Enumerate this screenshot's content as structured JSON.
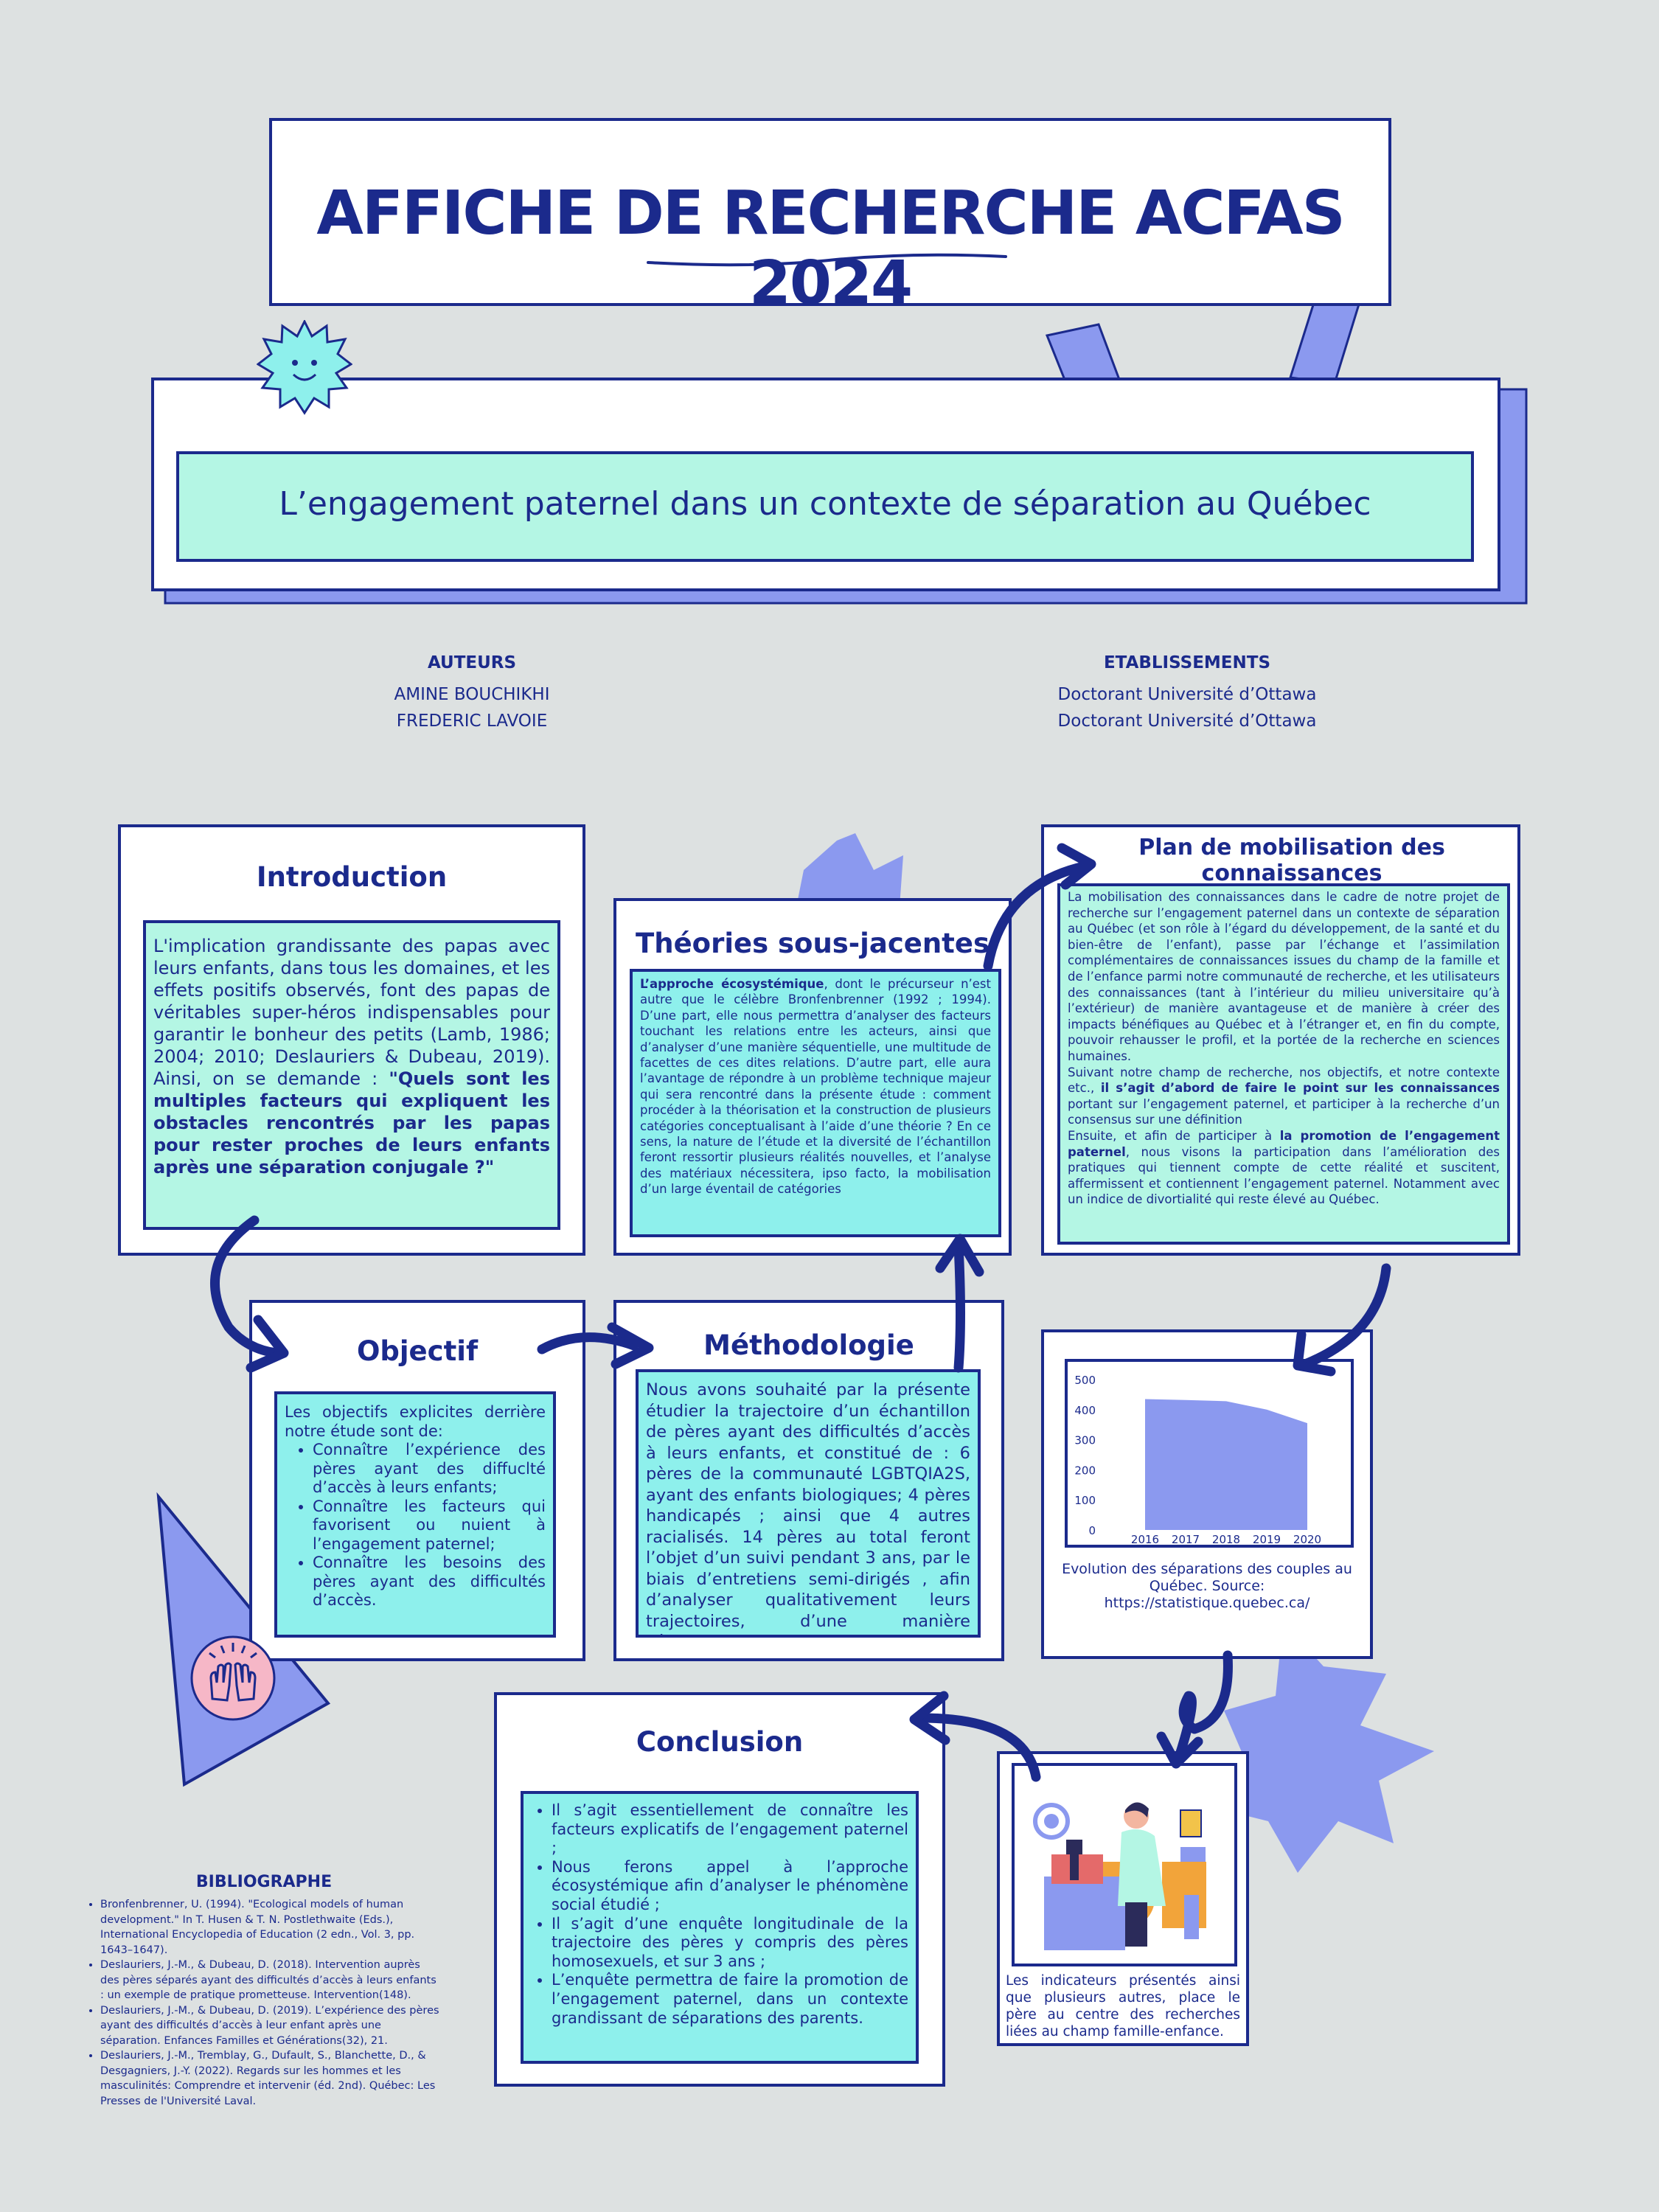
{
  "title": "AFFICHE DE RECHERCHE ACFAS 2024",
  "subtitle": "L’engagement paternel dans un contexte de séparation au Québec",
  "authors": {
    "label": "AUTEURS",
    "names": [
      "AMINE BOUCHIKHI",
      "FREDERIC LAVOIE"
    ]
  },
  "establishments": {
    "label": "ETABLISSEMENTS",
    "names": [
      "Doctorant Université d’Ottawa",
      "Doctorant Université d’Ottawa"
    ]
  },
  "introduction": {
    "heading": "Introduction",
    "text": "L'implication grandissante des papas avec leurs enfants, dans tous les domaines, et les effets positifs observés, font des papas de véritables super-héros indispensables pour garantir le bonheur des petits (Lamb, 1986; 2004; 2010; Deslauriers & Dubeau, 2019). Ainsi, on se demande : ",
    "question": "\"Quels sont les multiples facteurs qui expliquent les obstacles rencontrés par les papas pour rester proches de leurs enfants après une séparation conjugale ?\""
  },
  "theories": {
    "heading": "Théories sous-jacentes",
    "lead": "L’approche écosystémique",
    "text": ", dont le précurseur n’est autre que le célèbre Bronfenbrenner (1992 ; 1994). D’une part, elle nous permettra d’analyser des facteurs touchant les relations entre les acteurs, ainsi que d’analyser d’une manière séquentielle, une multitude de facettes de ces dites relations. D’autre part, elle aura l’avantage de répondre à un problème technique majeur qui sera rencontré dans la présente étude : comment procéder à la théorisation et la construction de plusieurs catégories conceptualisant à l’aide d’une théorie ? En ce sens, la nature de l’étude et la diversité de l’échantillon feront ressortir plusieurs réalités nouvelles, et l’analyse des matériaux nécessitera, ipso facto, la mobilisation d’un large éventail de catégories"
  },
  "plan": {
    "heading": "Plan de mobilisation des connaissances",
    "p1": "La mobilisation des connaissances dans le cadre de notre projet de recherche sur l’engagement paternel dans un contexte de séparation au Québec (et son rôle à l’égard du développement, de la santé et du bien-être de l’enfant), passe par l’échange et l’assimilation complémentaires de connaissances issues du champ de la famille et de l’enfance parmi notre communauté de recherche, et les utilisateurs des connaissances (tant à l’intérieur du milieu universitaire qu’à l’extérieur) de manière avantageuse et de manière à créer des impacts bénéfiques au Québec et à l’étranger et, en fin du compte, pouvoir rehausser le profil, et la portée de la recherche en sciences humaines.",
    "p2a": "Suivant notre champ de recherche, nos objectifs, et notre contexte etc., ",
    "p2b": "il s’agit d’abord de faire le point sur les connaissances",
    "p2c": " portant sur l’engagement paternel, et participer à la recherche d’un consensus sur une définition",
    "p3a": "Ensuite, et afin de participer à ",
    "p3b": "la promotion de l’engagement paternel",
    "p3c": ", nous visons la participation dans l’amélioration des pratiques qui tiennent compte de cette réalité et suscitent, affermissent et contiennent l’engagement paternel. Notamment avec un indice de divortialité qui reste élevé au Québec."
  },
  "objectif": {
    "heading": "Objectif",
    "intro": "Les objectifs explicites derrière notre étude sont de:",
    "items": [
      "Connaître l’expérience des pères ayant des diffuclté d’accès à leurs enfants;",
      "Connaître les facteurs qui favorisent ou nuient à l’engagement paternel;",
      "Connaître les besoins des pères ayant des difficultés d’accès."
    ]
  },
  "methodologie": {
    "heading": "Méthodologie",
    "text": "Nous avons souhaité par la présente étudier la trajectoire d’un échantillon de pères ayant des difficultés d’accès à leurs enfants, et constitué de : 6 pères de la communauté LGBTQIA2S, ayant des enfants biologiques; 4 pères handicapés ; ainsi que 4 autres racialisés. 14 pères au total feront l’objet d’un suivi pendant 3 ans, par le biais d’entretiens semi-dirigés , afin d’analyser qualitativement leurs trajectoires, d’une manière séquentielle et en trois temps."
  },
  "chart_data": {
    "type": "area",
    "x": [
      "2016",
      "2017",
      "2018",
      "2019",
      "2020"
    ],
    "values": [
      435,
      432,
      428,
      400,
      355
    ],
    "yticks": [
      "0",
      "100",
      "200",
      "300",
      "400",
      "500"
    ],
    "ylim": [
      0,
      500
    ],
    "caption": "Evolution des séparations des couples au Québec. Source: https://statistique.quebec.ca/",
    "fill_color": "#8b99ef"
  },
  "image_caption": "Les indicateurs présentés ainsi que plusieurs autres, place le père au centre des recherches liées au champ famille-enfance.",
  "conclusion": {
    "heading": "Conclusion",
    "items": [
      "Il s’agit essentiellement de connaître les facteurs explicatifs de l’engagement paternel ;",
      "Nous ferons appel à l’approche écosystémique afin d’analyser le phénomène social étudié ;",
      "Il s’agit d’une enquête longitudinale de la trajectoire des pères y compris des pères homosexuels, et sur 3 ans ;",
      "L’enquête permettra de faire la promotion de l’engagement paternel, dans un contexte grandissant de séparations des parents."
    ]
  },
  "bibliography": {
    "heading": "BIBLIOGRAPHE",
    "items": [
      "Bronfenbrenner, U. (1994). \"Ecological models of human development.\" In T. Husen & T. N. Postlethwaite (Eds.), International Encyclopedia of Education (2 edn., Vol. 3, pp. 1643–1647).",
      "Deslauriers, J.-M., & Dubeau, D. (2018). Intervention auprès des pères séparés ayant des difficultés d’accès à leurs enfants : un exemple de pratique prometteuse. Intervention(148).",
      "Deslauriers, J.-M., & Dubeau, D. (2019). L’expérience des pères ayant des difficultés d’accès à leur enfant après une séparation. Enfances Familles et Générations(32), 21.",
      "Deslauriers, J.-M., Tremblay, G., Dufault, S., Blanchette, D., & Desgagniers, J.-Y. (2022). Regards sur les hommes et les masculinités: Comprendre et intervenir (éd. 2nd). Québec: Les Presses de l'Université Laval."
    ]
  },
  "colors": {
    "navy": "#1b2a8c",
    "mint": "#b4f6e4",
    "aqua": "#8ef0ec",
    "periwinkle": "#8b99ef",
    "background": "#dde1e1"
  }
}
